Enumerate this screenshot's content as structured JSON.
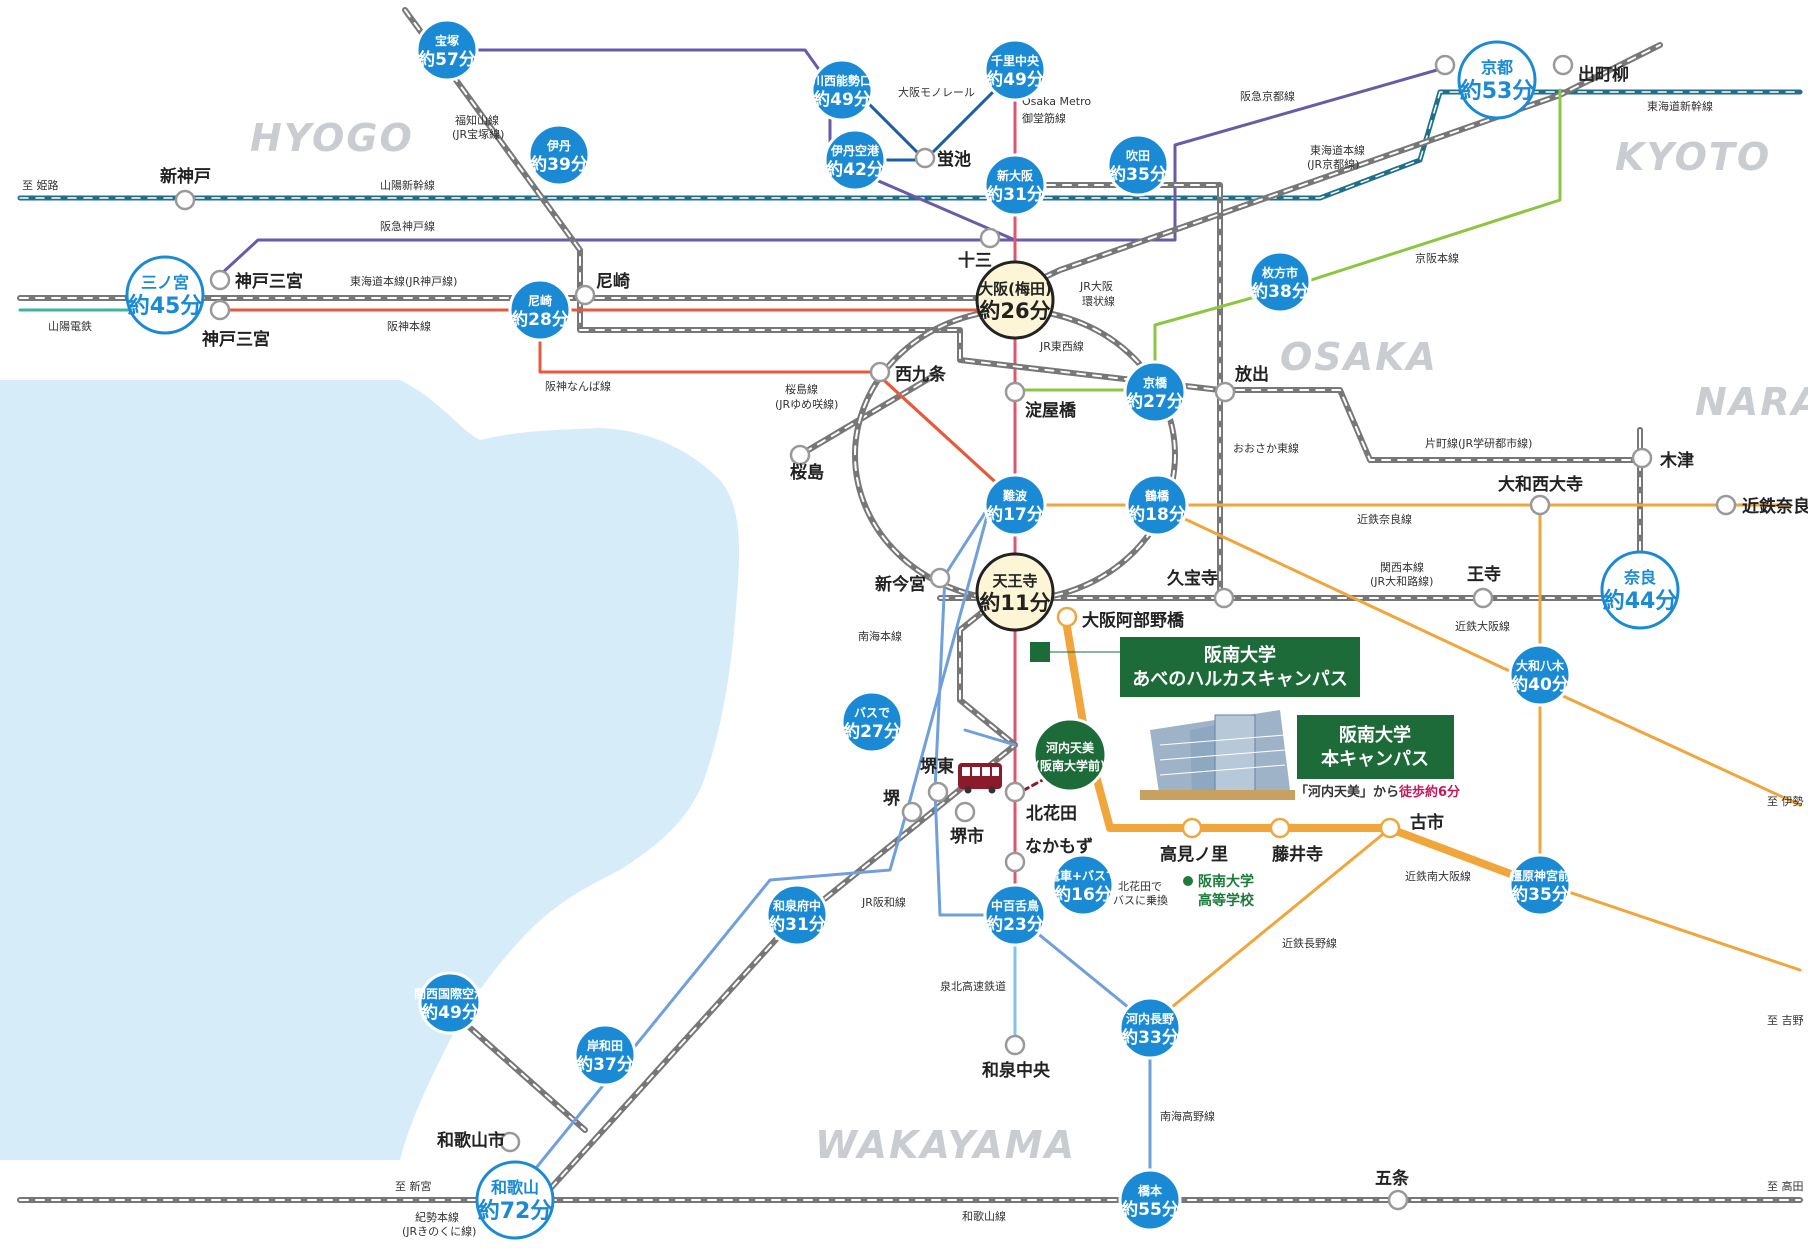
{
  "regions": {
    "hyogo": "HYOGO",
    "kyoto": "KYOTO",
    "osaka": "OSAKA",
    "nara": "NARA",
    "wakayama": "WAKAYAMA"
  },
  "hubs": {
    "umeda_name": "大阪(梅田)",
    "umeda_time": "約26分",
    "tennoji_name": "天王寺",
    "tennoji_time": "約11分"
  },
  "big_stations": {
    "sannomiya_name": "三ノ宮",
    "sannomiya_time": "約45分",
    "kyoto_name": "京都",
    "kyoto_time": "約53分",
    "nara_name": "奈良",
    "nara_time": "約44分",
    "wakayama_name": "和歌山",
    "wakayama_time": "約72分"
  },
  "badges": {
    "takarazuka_name": "宝塚",
    "takarazuka_time": "約57分",
    "itami_name": "伊丹",
    "itami_time": "約39分",
    "kawanishi_name": "川西能勢口",
    "kawanishi_time": "約49分",
    "itamiairport_name": "伊丹空港",
    "itamiairport_time": "約42分",
    "senrichuo_name": "千里中央",
    "senrichuo_time": "約49分",
    "shinosaka_name": "新大阪",
    "shinosaka_time": "約31分",
    "suita_name": "吹田",
    "suita_time": "約35分",
    "amagasaki_name": "尼崎",
    "amagasaki_time": "約28分",
    "hirakatashi_name": "枚方市",
    "hirakatashi_time": "約38分",
    "kyobashi_name": "京橋",
    "kyobashi_time": "約27分",
    "namba_name": "難波",
    "namba_time": "約17分",
    "tsuruhashi_name": "鶴橋",
    "tsuruhashi_time": "約18分",
    "yamatoyagi_name": "大和八木",
    "yamatoyagi_time": "約40分",
    "kashihara_name": "橿原神宮前",
    "kashihara_time": "約35分",
    "busde_name": "バスで",
    "busde_time": "約27分",
    "nakamozu_bus_name": "電車+バスで",
    "nakamozu_bus_time": "約16分",
    "nakamozu_bus_note1": "北花田で",
    "nakamozu_bus_note2": "バスに乗換",
    "izumifuchu_name": "和泉府中",
    "izumifuchu_time": "約31分",
    "nakamozu_name": "中百舌鳥",
    "nakamozu_time": "約23分",
    "kansaiairport_name": "関西国際空港",
    "kansaiairport_time": "約49分",
    "kishiwada_name": "岸和田",
    "kishiwada_time": "約37分",
    "kawachinagano_name": "河内長野",
    "kawachinagano_time": "約33分",
    "hashimoto_name": "橋本",
    "hashimoto_time": "約55分"
  },
  "stations": {
    "shinkobe": "新神戸",
    "kobesannomiya1": "神戸三宮",
    "kobesannomiya2": "神戸三宮",
    "amagasaki_jr": "尼崎",
    "hotarugaike": "蛍池",
    "juso": "十三",
    "demachiyanagi": "出町柳",
    "nishikujo": "西九条",
    "sakurajima": "桜島",
    "yodoyabashi": "淀屋橋",
    "hanaten": "放出",
    "kizu": "木津",
    "yamatosaidaiji": "大和西大寺",
    "kintetsunara": "近鉄奈良",
    "kubo": "久宝寺",
    "oji": "王寺",
    "shinimamiya": "新今宮",
    "abenobashi": "大阪阿部野橋",
    "kawachiamami_1": "河内天美",
    "kawachiamami_2": "(阪南大学前)",
    "sakaihigashi": "堺東",
    "sakai": "堺",
    "sakaishi": "堺市",
    "kitahanada": "北花田",
    "nakamozu": "なかもず",
    "takaminosato": "高見ノ里",
    "fujiidera": "藤井寺",
    "furuichi": "古市",
    "izumichuo": "和泉中央",
    "wakayamashi": "和歌山市",
    "gojo": "五条"
  },
  "lines": {
    "to_himeji": "至 姫路",
    "sanyo_shinkansen": "山陽新幹線",
    "hankyu_kobe": "阪急神戸線",
    "tokaido_kobe": "東海道本線(JR神戸線)",
    "sanyo_dentetsu": "山陽電鉄",
    "hanshin_main": "阪神本線",
    "hanshin_namba": "阪神なんば線",
    "fukuchiyama_1": "福知山線",
    "fukuchiyama_2": "(JR宝塚線)",
    "osaka_monorail": "大阪モノレール",
    "midosuji_1": "Osaka Metro",
    "midosuji_2": "御堂筋線",
    "hankyu_kyoto": "阪急京都線",
    "tokaido_kyoto_1": "東海道本線",
    "tokaido_kyoto_2": "(JR京都線)",
    "tokaido_shinkansen": "東海道新幹線",
    "keihan": "京阪本線",
    "jr_loop_1": "JR大阪",
    "jr_loop_2": "環状線",
    "jr_tozai": "JR東西線",
    "sakurajima_1": "桜島線",
    "sakurajima_2": "(JRゆめ咲線)",
    "osakahigashi": "おおさか東線",
    "katamachi": "片町線(JR学研都市線)",
    "kintetsu_nara": "近鉄奈良線",
    "kansai_main_1": "関西本線",
    "kansai_main_2": "(JR大和路線)",
    "kintetsu_osaka": "近鉄大阪線",
    "nankai_main": "南海本線",
    "to_ise": "至 伊勢",
    "kintetsu_minami_osaka": "近鉄南大阪線",
    "kintetsu_nagano": "近鉄長野線",
    "to_yoshino": "至 吉野",
    "jr_hanwa": "JR阪和線",
    "senboku": "泉北高速鉄道",
    "nankai_koya": "南海高野線",
    "to_shingu": "至 新宮",
    "to_takada": "至 高田",
    "kisei_1": "紀勢本線",
    "kisei_2": "(JRきのくに線)",
    "wakayama_line": "和歌山線"
  },
  "campus": {
    "harukas_1": "阪南大学",
    "harukas_2": "あべのハルカスキャンパス",
    "main_1": "阪南大学",
    "main_2": "本キャンパス",
    "walk_prefix": "「河内天美」から",
    "walk_red": "徒歩約6分",
    "highschool_1": "阪南大学",
    "highschool_2": "高等学校"
  },
  "colors": {
    "sea": "#d6ecf8",
    "badge": "#1a8ad4",
    "hub_fill": "#fdf6d6",
    "campus_green": "#1e6b3a",
    "kintetsu_orange": "#f0a63b",
    "hanshin_red": "#e85a3c",
    "hankyu_purple": "#6a5aa8",
    "midosuji_red": "#e0566e",
    "keihan_green": "#8cc63f",
    "nankai_blue": "#6fa0dc",
    "shinkansen": "#1f6f8b"
  }
}
